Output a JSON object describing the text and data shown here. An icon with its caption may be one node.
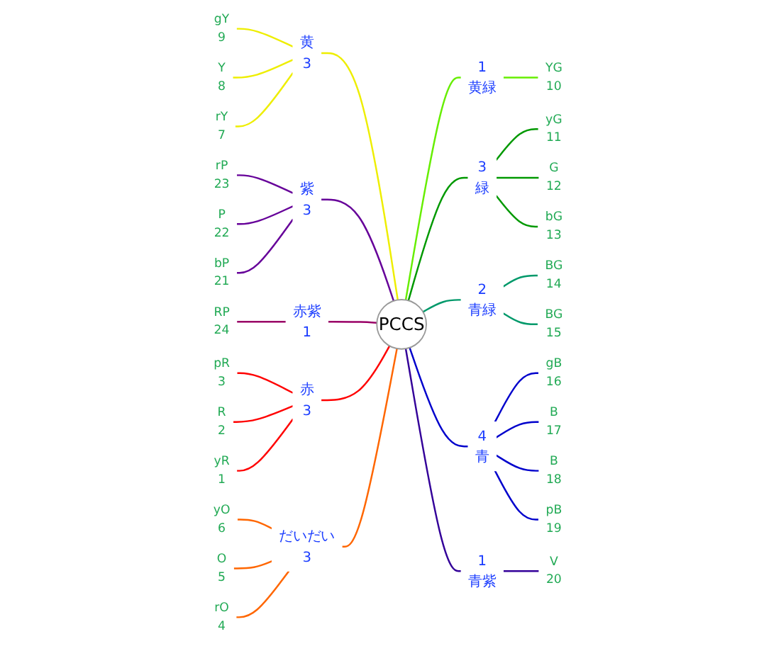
{
  "diagram": {
    "nodes": [
      {
        "text": [
          "PCCS"
        ]
      },
      {
        "text": [
          "黄",
          "3"
        ]
      },
      {
        "text": [
          "gY",
          "9"
        ]
      },
      {
        "text": [
          "Y",
          "8"
        ]
      },
      {
        "text": [
          "rY",
          "7"
        ]
      },
      {
        "text": [
          "1",
          "黄緑"
        ]
      },
      {
        "text": [
          "YG",
          "10"
        ]
      },
      {
        "text": [
          "3",
          "緑"
        ]
      },
      {
        "text": [
          "yG",
          "11"
        ]
      },
      {
        "text": [
          "G",
          "12"
        ]
      },
      {
        "text": [
          "bG",
          "13"
        ]
      },
      {
        "text": [
          "2",
          "青緑"
        ]
      },
      {
        "text": [
          "BG",
          "14"
        ]
      },
      {
        "text": [
          "BG",
          "15"
        ]
      },
      {
        "text": [
          "4",
          "青"
        ]
      },
      {
        "text": [
          "gB",
          "16"
        ]
      },
      {
        "text": [
          "B",
          "17"
        ]
      },
      {
        "text": [
          "B",
          "18"
        ]
      },
      {
        "text": [
          "pB",
          "19"
        ]
      },
      {
        "text": [
          "1",
          "青紫"
        ]
      },
      {
        "text": [
          "V",
          "20"
        ]
      },
      {
        "text": [
          "紫",
          "3"
        ]
      },
      {
        "text": [
          "rP",
          "23"
        ]
      },
      {
        "text": [
          "P",
          "22"
        ]
      },
      {
        "text": [
          "bP",
          "21"
        ]
      },
      {
        "text": [
          "赤紫",
          "1"
        ]
      },
      {
        "text": [
          "RP",
          "24"
        ]
      },
      {
        "text": [
          "赤",
          "3"
        ]
      },
      {
        "text": [
          "pR",
          "3"
        ]
      },
      {
        "text": [
          "R",
          "2"
        ]
      },
      {
        "text": [
          "yR",
          "1"
        ]
      },
      {
        "text": [
          "だいだい",
          "3"
        ]
      },
      {
        "text": [
          "yO",
          "6"
        ]
      },
      {
        "text": [
          "O",
          "5"
        ]
      },
      {
        "text": [
          "rO",
          "4"
        ]
      }
    ],
    "edges": [
      {
        "from": 1,
        "to": 0,
        "arrow": "none",
        "color": "#eeee00"
      },
      {
        "from": 2,
        "to": 1,
        "arrow": "none",
        "color": "#eeee00"
      },
      {
        "from": 3,
        "to": 1,
        "arrow": "none",
        "color": "#eeee00"
      },
      {
        "from": 4,
        "to": 1,
        "arrow": "none",
        "color": "#eeee00"
      },
      {
        "from": 0,
        "to": 5,
        "arrow": "none",
        "color": "#66ee00"
      },
      {
        "from": 5,
        "to": 6,
        "arrow": "none",
        "color": "#66ee00"
      },
      {
        "from": 0,
        "to": 7,
        "arrow": "none",
        "color": "#009900"
      },
      {
        "from": 7,
        "to": 8,
        "arrow": "none",
        "color": "#009900"
      },
      {
        "from": 7,
        "to": 9,
        "arrow": "none",
        "color": "#009900"
      },
      {
        "from": 7,
        "to": 10,
        "arrow": "none",
        "color": "#009900"
      },
      {
        "from": 0,
        "to": 11,
        "arrow": "none",
        "color": "#00996a"
      },
      {
        "from": 11,
        "to": 12,
        "arrow": "none",
        "color": "#00996a"
      },
      {
        "from": 11,
        "to": 13,
        "arrow": "none",
        "color": "#00996a"
      },
      {
        "from": 0,
        "to": 14,
        "arrow": "none",
        "color": "#0000cc"
      },
      {
        "from": 14,
        "to": 15,
        "arrow": "none",
        "color": "#0000cc"
      },
      {
        "from": 14,
        "to": 16,
        "arrow": "none",
        "color": "#0000cc"
      },
      {
        "from": 14,
        "to": 17,
        "arrow": "none",
        "color": "#0000cc"
      },
      {
        "from": 14,
        "to": 18,
        "arrow": "none",
        "color": "#0000cc"
      },
      {
        "from": 0,
        "to": 19,
        "arrow": "none",
        "color": "#330099"
      },
      {
        "from": 19,
        "to": 20,
        "arrow": "none",
        "color": "#330099"
      },
      {
        "from": 21,
        "to": 0,
        "arrow": "none",
        "color": "#660099"
      },
      {
        "from": 22,
        "to": 21,
        "arrow": "none",
        "color": "#660099"
      },
      {
        "from": 23,
        "to": 21,
        "arrow": "none",
        "color": "#660099"
      },
      {
        "from": 24,
        "to": 21,
        "arrow": "none",
        "color": "#660099"
      },
      {
        "from": 25,
        "to": 0,
        "arrow": "none",
        "color": "#990066"
      },
      {
        "from": 26,
        "to": 25,
        "arrow": "none",
        "color": "#990066"
      },
      {
        "from": 27,
        "to": 0,
        "arrow": "none",
        "color": "#ff0000"
      },
      {
        "from": 28,
        "to": 27,
        "arrow": "none",
        "color": "#ff0000"
      },
      {
        "from": 29,
        "to": 27,
        "arrow": "none",
        "color": "#ff0000"
      },
      {
        "from": 30,
        "to": 27,
        "arrow": "none",
        "color": "#ff0000"
      },
      {
        "from": 31,
        "to": 0,
        "arrow": "none",
        "color": "#ff6600"
      },
      {
        "from": 32,
        "to": 31,
        "arrow": "none",
        "color": "#ff6600"
      },
      {
        "from": 33,
        "to": 31,
        "arrow": "none",
        "color": "#ff6600"
      },
      {
        "from": 34,
        "to": 31,
        "arrow": "none",
        "color": "#ff6600"
      }
    ]
  }
}
